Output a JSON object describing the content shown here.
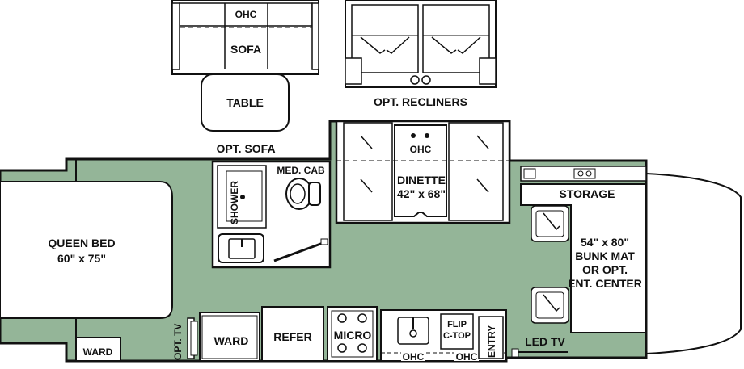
{
  "colors": {
    "floor": "#94b598",
    "wall": "#111111",
    "fixture": "#ffffff",
    "shade": "#a9a9a9"
  },
  "options": {
    "sofa": {
      "ohc": "OHC",
      "sofa": "SOFA",
      "table": "TABLE",
      "caption": "OPT. SOFA"
    },
    "recliners": {
      "caption": "OPT. RECLINERS"
    }
  },
  "rooms": {
    "queen_bed": {
      "line1": "QUEEN BED",
      "line2": "60\" x 75\""
    },
    "ward_bedroom": "WARD",
    "opt_tv": "OPT. TV",
    "shower": "SHOWER",
    "med_cab": "MED. CAB",
    "dinette": {
      "ohc": "OHC",
      "line1": "DINETTE",
      "line2": "42\" x 68\""
    },
    "ward_galley": "WARD",
    "refer": "REFER",
    "micro": "MICRO",
    "ohc_sink": "OHC",
    "flip_ctop": {
      "line1": "FLIP",
      "line2": "C-TOP"
    },
    "ohc_counter": "OHC",
    "entry": "ENTRY",
    "storage": "STORAGE",
    "bunk": {
      "line1": "54\" x 80\"",
      "line2": "BUNK MAT",
      "line3": "OR OPT.",
      "line4": "ENT. CENTER"
    },
    "led_tv": "LED TV"
  }
}
